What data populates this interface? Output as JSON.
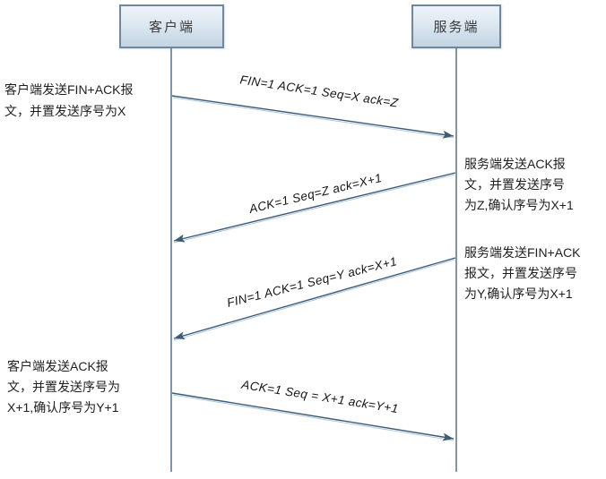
{
  "diagram": {
    "title_implied": "TCP four-way handshake (connection release) sequence",
    "actors": [
      {
        "id": "client",
        "label": "客户端"
      },
      {
        "id": "server",
        "label": "服务端"
      }
    ],
    "messages": [
      {
        "from": "client",
        "to": "server",
        "label": "FIN=1 ACK=1  Seq=X  ack=Z"
      },
      {
        "from": "server",
        "to": "client",
        "label": "ACK=1 Seq=Z ack=X+1"
      },
      {
        "from": "server",
        "to": "client",
        "label": "FIN=1 ACK=1  Seq=Y  ack=X+1"
      },
      {
        "from": "client",
        "to": "server",
        "label": "ACK=1 Seq = X+1 ack=Y+1"
      }
    ],
    "notes": [
      {
        "side": "left",
        "text": "客户端发送FIN+ACK报\n文，并置发送序号为X"
      },
      {
        "side": "right",
        "text": "服务端发送ACK报\n文，并置发送序号\n为Z,确认序号为X+1"
      },
      {
        "side": "right",
        "text": "服务端发送FIN+ACK\n报文，并置发送序号\n为Y,确认序号为X+1"
      },
      {
        "side": "left",
        "text": "客户端发送ACK报\n文，并置发送序号为\nX+1,确认序号为Y+1"
      }
    ],
    "colors": {
      "box_fill_top": "#eef3f8",
      "box_fill_bottom": "#c2d3e2",
      "box_border": "#70879c",
      "lifeline": "#7e95a8",
      "arrow": "#3e5b76",
      "arrow_highlight": "#aec8dc",
      "text": "#1f1f1f",
      "background": "#ffffff"
    }
  }
}
